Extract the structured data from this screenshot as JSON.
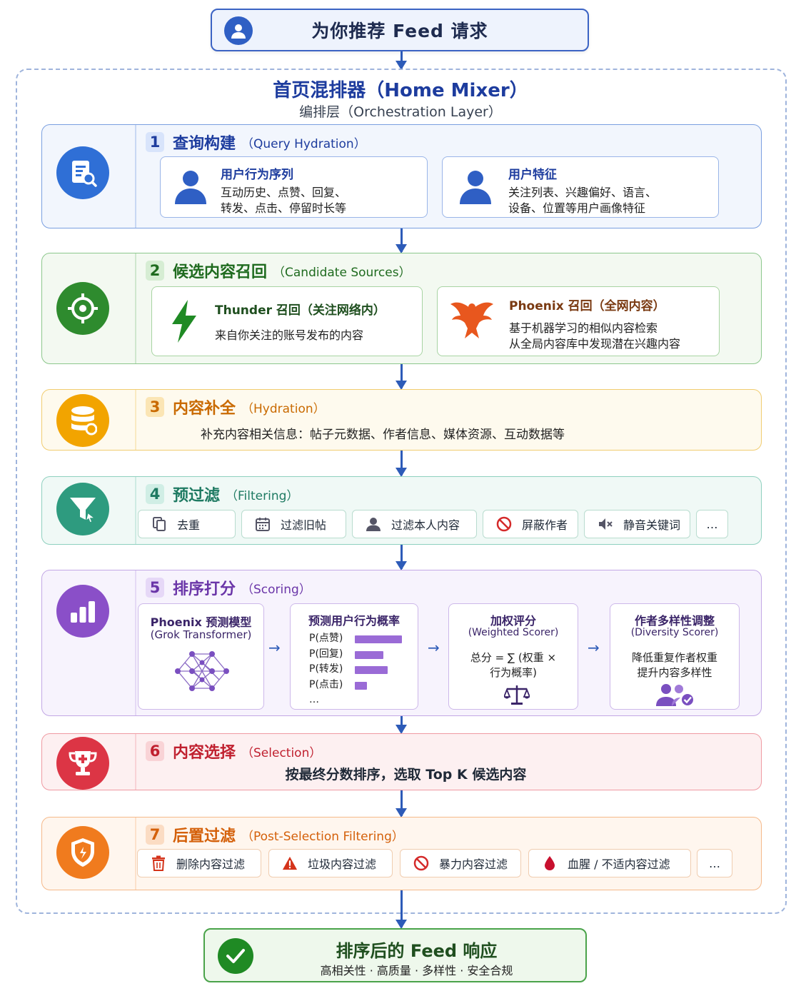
{
  "request": {
    "title": "为你推荐 Feed 请求"
  },
  "mixer": {
    "title": "首页混排器（Home Mixer）",
    "subtitle": "编排层（Orchestration Layer）"
  },
  "stages": {
    "s1": {
      "num": "1",
      "title": "查询构建",
      "en": "（Query Hydration）",
      "cards": [
        {
          "title": "用户行为序列",
          "line1": "互动历史、点赞、回复、",
          "line2": "转发、点击、停留时长等"
        },
        {
          "title": "用户特征",
          "line1": "关注列表、兴趣偏好、语言、",
          "line2": "设备、位置等用户画像特征"
        }
      ]
    },
    "s2": {
      "num": "2",
      "title": "候选内容召回",
      "en": "（Candidate Sources）",
      "cards": [
        {
          "title": "Thunder 召回（关注网络内）",
          "line1": "来自你关注的账号发布的内容"
        },
        {
          "title": "Phoenix 召回（全网内容）",
          "line1": "基于机器学习的相似内容检索",
          "line2": "从全局内容库中发现潜在兴趣内容"
        }
      ]
    },
    "s3": {
      "num": "3",
      "title": "内容补全",
      "en": "（Hydration）",
      "desc": "补充内容相关信息：帖子元数据、作者信息、媒体资源、互动数据等"
    },
    "s4": {
      "num": "4",
      "title": "预过滤",
      "en": "（Filtering）",
      "chips": [
        "去重",
        "过滤旧帖",
        "过滤本人内容",
        "屏蔽作者",
        "静音关键词",
        "…"
      ]
    },
    "s5": {
      "num": "5",
      "title": "排序打分",
      "en": "（Scoring）",
      "model": {
        "title": "Phoenix 预测模型",
        "sub": "(Grok Transformer)"
      },
      "probs": {
        "title": "预测用户行为概率",
        "labels": [
          "P(点赞)",
          "P(回复)",
          "P(转发)",
          "P(点击)"
        ],
        "values": [
          1.0,
          0.6,
          0.7,
          0.25
        ],
        "more": "…"
      },
      "weighted": {
        "title": "加权评分",
        "sub": "(Weighted Scorer)",
        "formula1": "总分 = ∑ (权重 ×",
        "formula2": "行为概率)"
      },
      "diversity": {
        "title": "作者多样性调整",
        "sub": "(Diversity Scorer)",
        "line1": "降低重复作者权重",
        "line2": "提升内容多样性"
      }
    },
    "s6": {
      "num": "6",
      "title": "内容选择",
      "en": "（Selection）",
      "desc": "按最终分数排序，选取 Top K 候选内容"
    },
    "s7": {
      "num": "7",
      "title": "后置过滤",
      "en": "（Post-Selection Filtering）",
      "chips": [
        "删除内容过滤",
        "垃圾内容过滤",
        "暴力内容过滤",
        "血腥 / 不适内容过滤",
        "…"
      ]
    }
  },
  "response": {
    "title": "排序后的 Feed 响应",
    "subtitle": "高相关性 · 高质量 · 多样性 · 安全合规"
  },
  "colors": {
    "blue": "#2f6fd6",
    "green": "#2e8b2e",
    "orange": "#f2a400",
    "teal": "#2e9b7f",
    "purple": "#8a4fc8",
    "red": "#dc3545",
    "post_orange": "#f07b1e"
  }
}
